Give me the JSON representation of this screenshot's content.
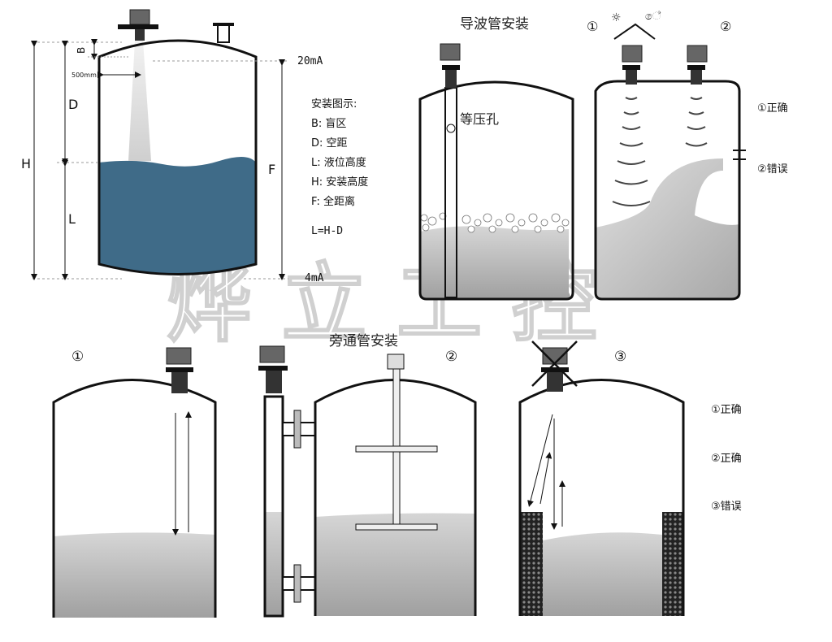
{
  "main_diagram": {
    "dim_B": "B",
    "dim_D": "D",
    "dim_H": "H",
    "dim_L": "L",
    "dim_F": "F",
    "dim_500": "500mm",
    "top_current": "20mA",
    "bottom_current": "4mA",
    "legend": {
      "title": "安装图示:",
      "items": [
        "B: 盲区",
        "D: 空距",
        "L: 液位高度",
        "H: 安装高度",
        "F: 全距离"
      ],
      "formula": "L=H-D"
    }
  },
  "guide_pipe": {
    "title": "导波管安装",
    "hole_label": "等压孔"
  },
  "sun_rain": {
    "num1": "①",
    "num2": "②",
    "right_label": "①正确",
    "wrong_label": "②错误",
    "sun_icon": "☼",
    "rain_icon": "ේ"
  },
  "bottom": {
    "num1": "①",
    "bypass_title": "旁通管安装",
    "num2": "②",
    "num3": "③",
    "legend": [
      "①正确",
      "②正确",
      "③错误"
    ]
  },
  "watermark": "烨 立 工 控",
  "colors": {
    "water": "#3f6b88",
    "tank_line": "#111111",
    "fill_gray": "#b0b0b0"
  }
}
